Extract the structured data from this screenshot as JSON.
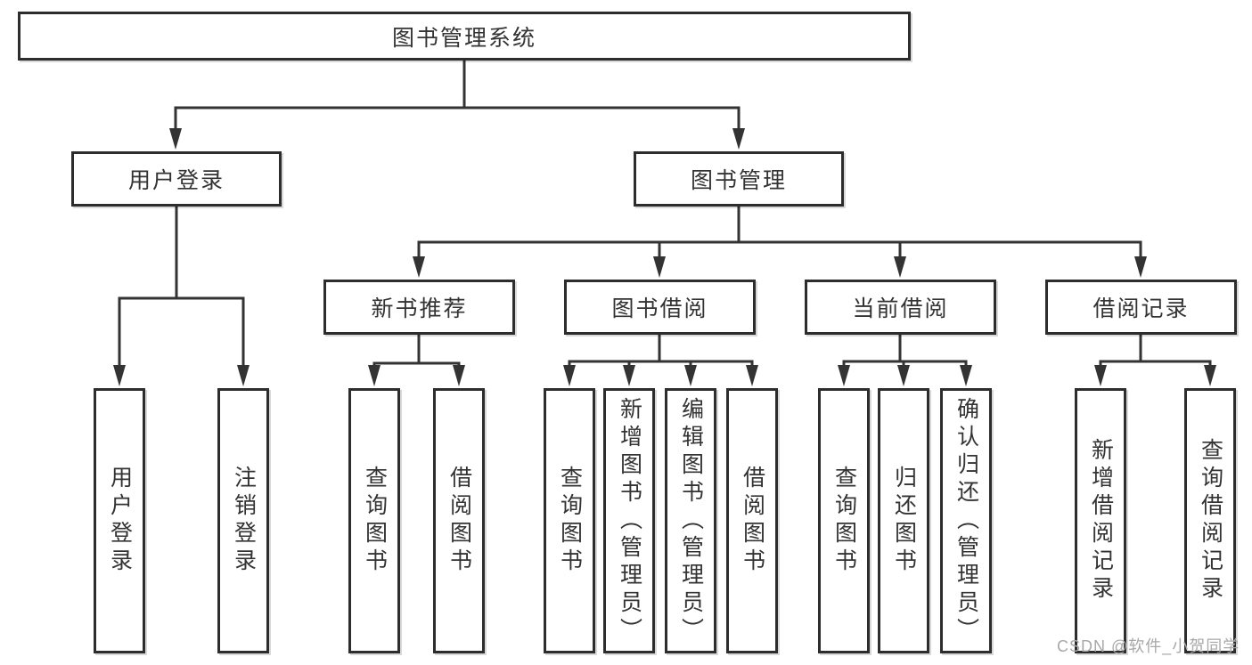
{
  "tree": {
    "root": "图书管理系统",
    "user": {
      "label": "用户登录",
      "children": [
        "用户登录",
        "注销登录"
      ]
    },
    "mgmt": {
      "label": "图书管理",
      "groups": [
        {
          "label": "新书推荐",
          "children": [
            "查询图书",
            "借阅图书"
          ]
        },
        {
          "label": "图书借阅",
          "children": [
            "查询图书",
            "新增图书（管理员）",
            "编辑图书（管理员）",
            "借阅图书"
          ]
        },
        {
          "label": "当前借阅",
          "children": [
            "查询图书",
            "归还图书",
            "确认归还（管理员）"
          ]
        },
        {
          "label": "借阅记录",
          "children": [
            "新增借阅记录",
            "查询借阅记录"
          ]
        }
      ]
    }
  },
  "watermark": {
    "text": "CSDN @软件_小贺同学"
  },
  "style": {
    "line_color": "#333333",
    "border_color": "#2d2d2d",
    "text_color": "#333333",
    "watermark_color": "#a8a8a8"
  }
}
